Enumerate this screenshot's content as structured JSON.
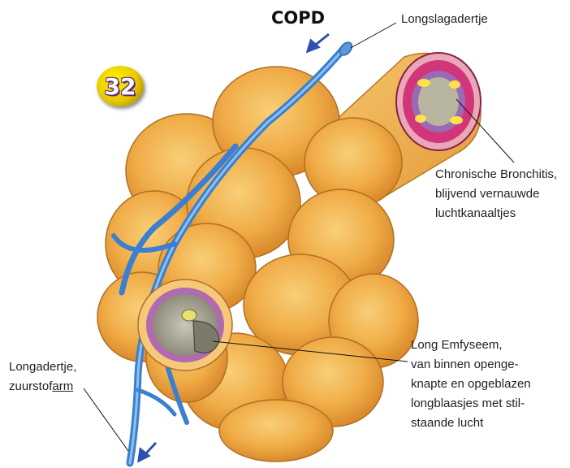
{
  "title": "COPD",
  "badge": "32",
  "labels": {
    "artery": "Longslagadertje",
    "bronchitis": [
      "Chronische Bronchitis,",
      "blijvend vernauwde",
      "luchtkanaaltjes"
    ],
    "emphysema": [
      "Long Emfyseem,",
      "van binnen openge-",
      "knapte en opgeblazen",
      "longblaasjes met stil-",
      "staande lucht"
    ],
    "vein_line1": "Longadertje,",
    "vein_line2_prefix": "zuurstof",
    "vein_line2_underlined": "arm"
  },
  "colors": {
    "alveolus": "#f2b04a",
    "vessel": "#3a7fd0",
    "arrow": "#2f4fb0",
    "bronchus_wall": "#d2357a",
    "emphysema_ring": "#b06ab0"
  }
}
